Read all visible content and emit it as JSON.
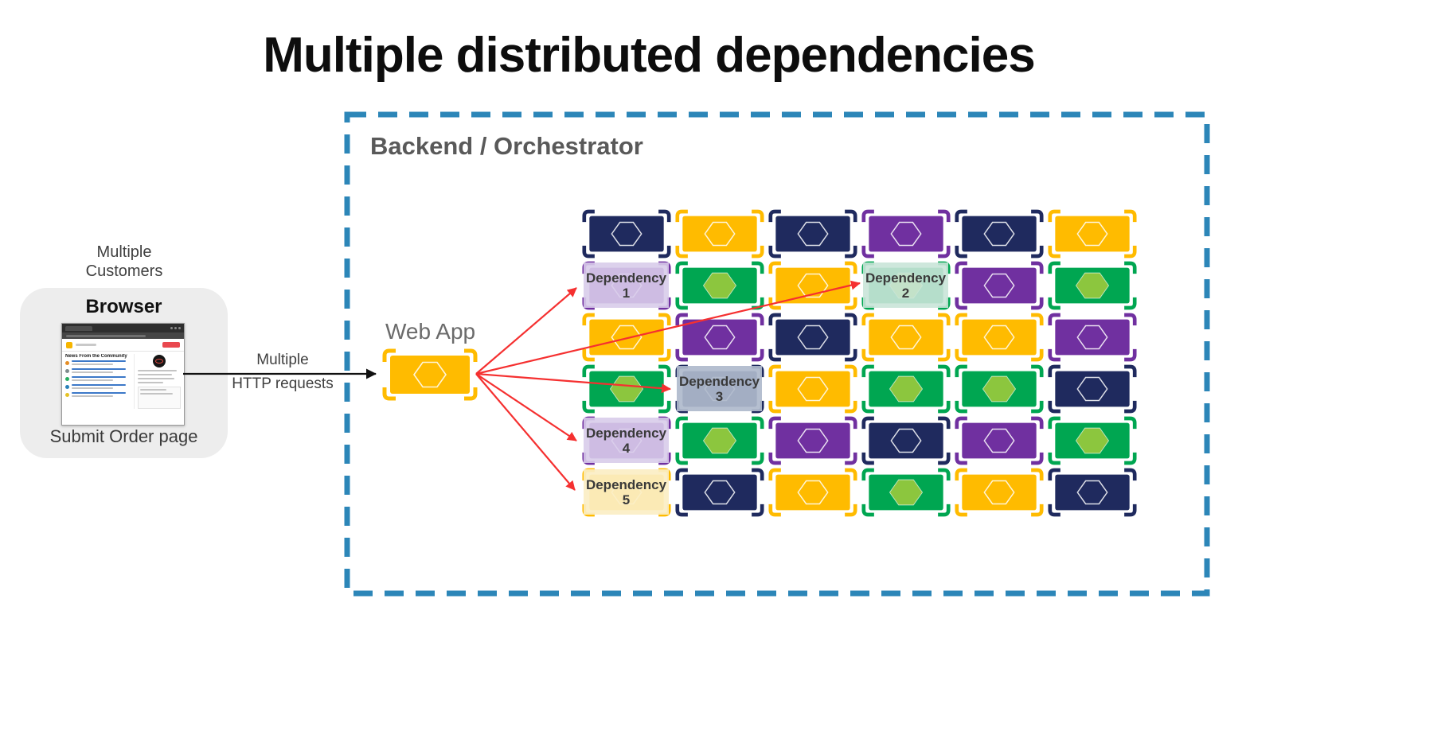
{
  "title": "Multiple distributed dependencies",
  "left": {
    "customers_line1": "Multiple",
    "customers_line2": "Customers",
    "browser_label": "Browser",
    "page_label": "Submit Order page",
    "thumbnail_heading": "News From the Community"
  },
  "request_arrow": {
    "line1": "Multiple",
    "line2": "HTTP requests"
  },
  "backend": {
    "label": "Backend / Orchestrator",
    "web_app_label": "Web App"
  },
  "colors": {
    "navy": "#1F2A5E",
    "yellow": "#FFBB00",
    "purple": "#7030A0",
    "green": "#00A651",
    "greenHex": "#8CC63E",
    "red": "#F53030",
    "arrow_black": "#111111",
    "frame": "#2C86B8",
    "label_text": "#3A3A3A"
  },
  "grid": {
    "rows": 6,
    "cols": 6,
    "cells": [
      [
        {
          "c": "navy"
        },
        {
          "c": "yellow"
        },
        {
          "c": "navy"
        },
        {
          "c": "purple"
        },
        {
          "c": "navy"
        },
        {
          "c": "yellow"
        }
      ],
      [
        {
          "c": "purple",
          "label": "Dependency 1",
          "overlay": "rgba(216,204,234,0.9)"
        },
        {
          "c": "green"
        },
        {
          "c": "yellow"
        },
        {
          "c": "green",
          "label": "Dependency 2",
          "overlay": "rgba(201,228,216,0.9)"
        },
        {
          "c": "purple"
        },
        {
          "c": "green"
        }
      ],
      [
        {
          "c": "yellow"
        },
        {
          "c": "purple"
        },
        {
          "c": "navy"
        },
        {
          "c": "yellow"
        },
        {
          "c": "yellow"
        },
        {
          "c": "purple"
        }
      ],
      [
        {
          "c": "green"
        },
        {
          "c": "navy",
          "label": "Dependency 3",
          "overlay": "rgba(175,186,204,0.92)"
        },
        {
          "c": "yellow"
        },
        {
          "c": "green"
        },
        {
          "c": "green"
        },
        {
          "c": "navy"
        }
      ],
      [
        {
          "c": "purple",
          "label": "Dependency 4",
          "overlay": "rgba(216,204,234,0.9)"
        },
        {
          "c": "green"
        },
        {
          "c": "purple"
        },
        {
          "c": "navy"
        },
        {
          "c": "purple"
        },
        {
          "c": "green"
        }
      ],
      [
        {
          "c": "yellow",
          "label": "Dependency 5",
          "overlay": "rgba(251,238,196,0.92)"
        },
        {
          "c": "navy"
        },
        {
          "c": "yellow"
        },
        {
          "c": "green"
        },
        {
          "c": "yellow"
        },
        {
          "c": "navy"
        }
      ]
    ]
  }
}
